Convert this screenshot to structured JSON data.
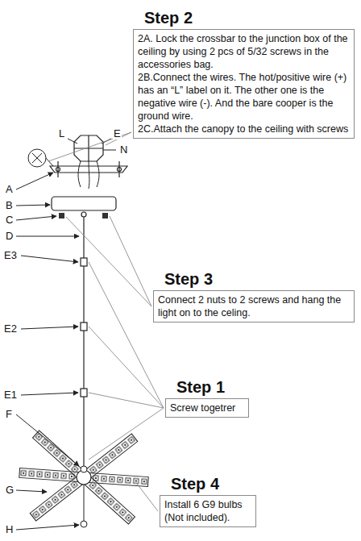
{
  "diagram": {
    "nodes": [
      {
        "text": [
          "Step 2",
          "2A. Lock the crossbar to the junction box of the ceiling by using 2 pcs of 5/32 screws in the accessories bag.",
          "2B.Connect the wires. The hot/positive wire (+) has an “L” label on it. The other one is the negative wire (-). And the bare cooper is the ground wire.",
          "2C.Attach the canopy to the ceiling with screws"
        ]
      },
      {
        "text": [
          "Step 3",
          "Connect 2 nuts to 2 screws and hang the light on to the celing."
        ]
      },
      {
        "text": [
          "Step 1",
          "Screw togetrer"
        ]
      },
      {
        "text": [
          "Step 4",
          "Install 6 G9 bulbs (Not included)."
        ]
      }
    ],
    "labels": [
      "L",
      "E",
      "N",
      "A",
      "B",
      "C",
      "D",
      "E3",
      "E2",
      "E1",
      "F",
      "G",
      "H"
    ]
  }
}
